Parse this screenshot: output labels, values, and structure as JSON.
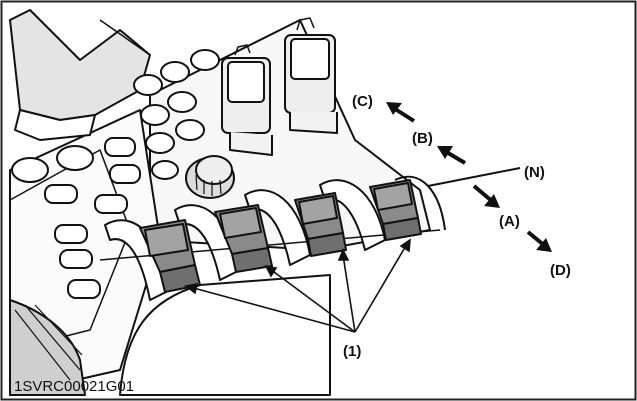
{
  "figure_code": "1SVRC00021G01",
  "labels": {
    "c": "(C)",
    "b": "(B)",
    "n": "(N)",
    "a": "(A)",
    "d": "(D)",
    "part1": "(1)"
  }
}
